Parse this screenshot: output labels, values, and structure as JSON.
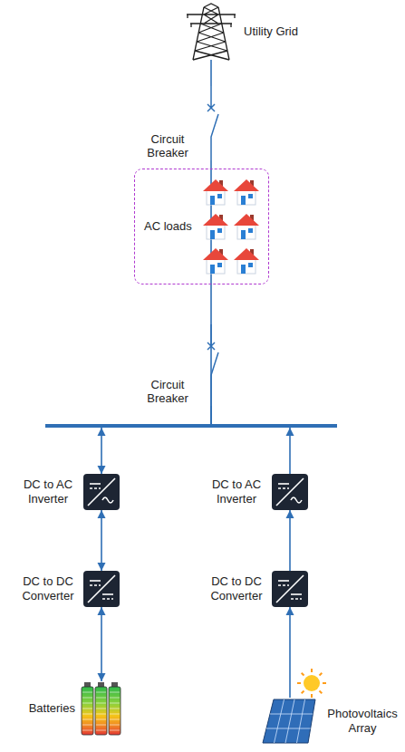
{
  "diagram": {
    "nodes": [
      {
        "text": [
          "Utility Grid"
        ]
      },
      {
        "text": [
          "Circuit Breaker"
        ]
      },
      {
        "text": [
          "AC loads"
        ]
      },
      {
        "text": [
          "Circuit Breaker"
        ]
      },
      {
        "text": [
          "DC to AC Inverter"
        ]
      },
      {
        "text": [
          "DC to AC Inverter"
        ]
      },
      {
        "text": [
          "DC to DC Converter"
        ]
      },
      {
        "text": [
          "DC to DC Converter"
        ]
      },
      {
        "text": [
          "Batteries"
        ]
      },
      {
        "text": [
          "Photovoltaics Array"
        ]
      }
    ],
    "edges": [
      {
        "from": 0,
        "to": 1,
        "arrow": "none"
      },
      {
        "from": 1,
        "to": 2,
        "arrow": "none"
      },
      {
        "from": 2,
        "to": 3,
        "arrow": "none"
      },
      {
        "from": 4,
        "to": 3,
        "arrow": "both"
      },
      {
        "from": 5,
        "to": 3,
        "arrow": "to"
      },
      {
        "from": 6,
        "to": 4,
        "arrow": "both"
      },
      {
        "from": 8,
        "to": 6,
        "arrow": "both"
      },
      {
        "from": 9,
        "to": 7,
        "arrow": "to"
      },
      {
        "from": 7,
        "to": 5,
        "arrow": "to"
      }
    ]
  }
}
